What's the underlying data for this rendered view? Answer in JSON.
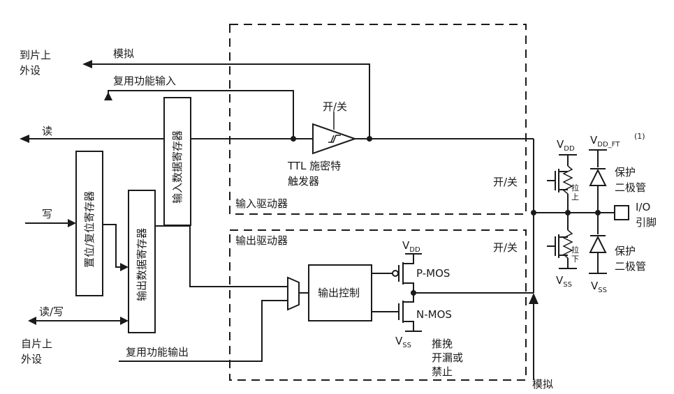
{
  "labels": {
    "to_onchip_line1": "到片上",
    "to_onchip_line2": "外设",
    "analog_top": "模拟",
    "alt_func_input": "复用功能输入",
    "read": "读",
    "write": "写",
    "read_write": "读/写",
    "from_onchip_line1": "自片上",
    "from_onchip_line2": "外设",
    "alt_func_output": "复用功能输出",
    "input_data_register": "输入数据寄存器",
    "set_reset_register": "置位/复位寄存器",
    "output_data_register": "输出数据寄存器",
    "on_off_schmitt": "开/关",
    "ttl_schmitt_line1": "TTL 施密特",
    "ttl_schmitt_line2": "触发器",
    "input_driver": "输入驱动器",
    "output_driver": "输出驱动器",
    "on_off_input": "开/关",
    "on_off_output": "开/关",
    "output_control": "输出控制",
    "vdd": "V",
    "vdd_sub": "DD",
    "vss": "V",
    "vss_sub": "SS",
    "pmos": "P-MOS",
    "nmos": "N-MOS",
    "push_pull_line1": "推挽",
    "push_pull_line2": "开漏或",
    "push_pull_line3": "禁止",
    "analog_bottom": "模拟",
    "vdd_top": "V",
    "vdd_top_sub": "DD",
    "vdd_ft": "V",
    "vdd_ft_sub": "DD_FT",
    "vdd_ft_note": "(1)",
    "pull_up_1": "拉",
    "pull_up_2": "上",
    "pull_down_1": "拉",
    "pull_down_2": "下",
    "vss_bottom": "V",
    "vss_bottom_sub": "SS",
    "vss_bottom2": "V",
    "vss_bottom2_sub": "SS",
    "protect_diode_top_1": "保护",
    "protect_diode_top_2": "二极管",
    "protect_diode_bottom_1": "保护",
    "protect_diode_bottom_2": "二极管",
    "io_pin_1": "I/O",
    "io_pin_2": "引脚"
  }
}
